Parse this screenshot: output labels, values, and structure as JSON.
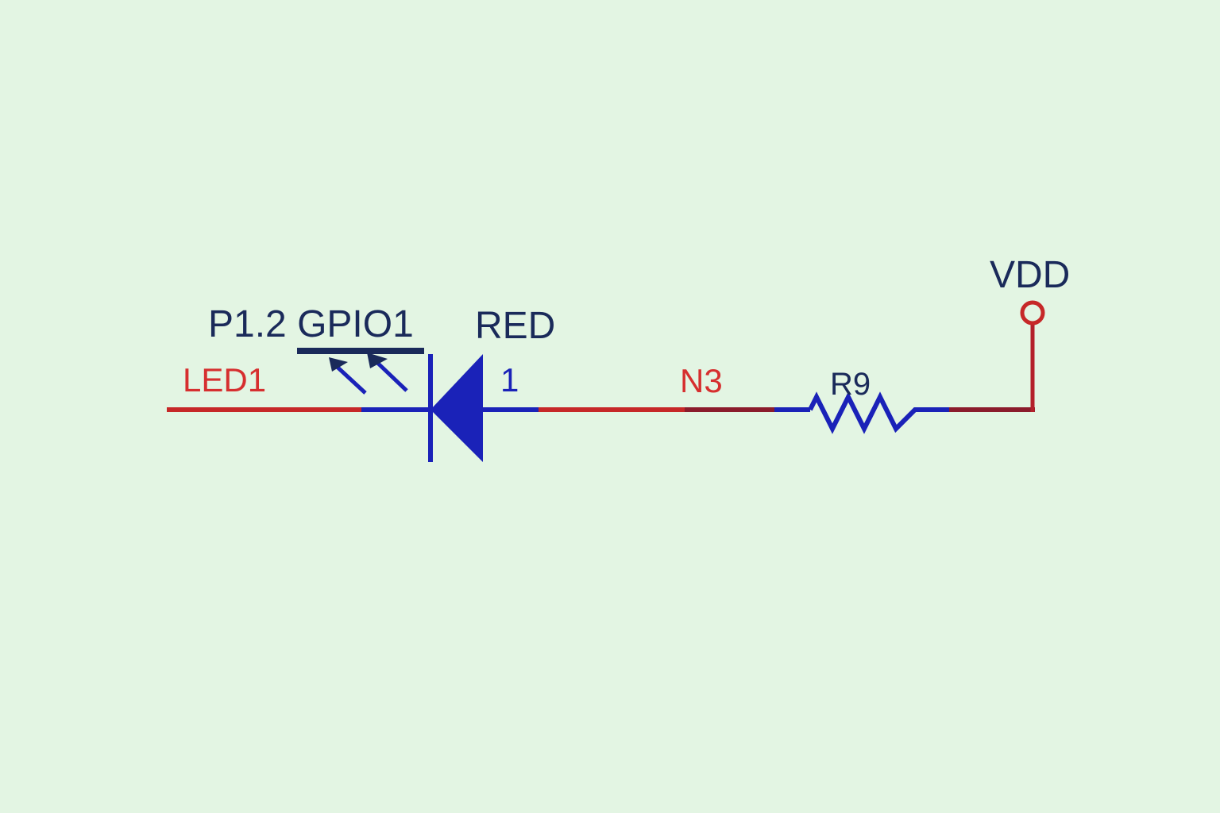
{
  "labels": {
    "pin": "P1.2 GPIO1",
    "part_value": "RED",
    "net_left": "LED1",
    "pin_number": "1",
    "net_mid": "N3",
    "resistor": "R9",
    "power": "VDD"
  },
  "colors": {
    "background": "#e3f5e3",
    "net_red": "#c62828",
    "net_dark_red": "#8b1c2c",
    "symbol_blue": "#1a22b8",
    "text_navy": "#1a2a5a",
    "text_red": "#d62f2f"
  }
}
